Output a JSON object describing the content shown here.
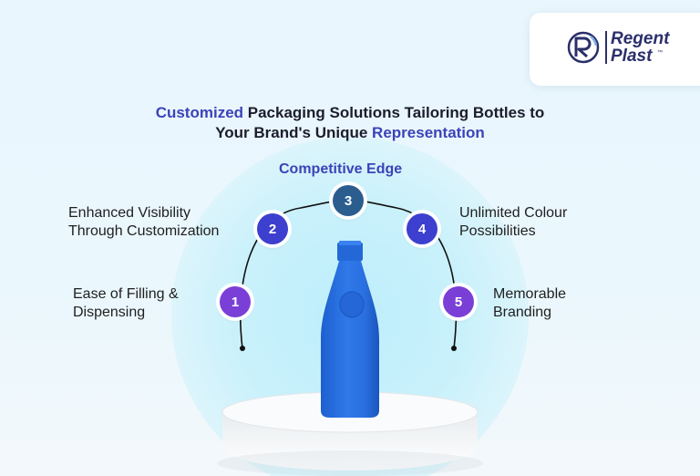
{
  "brand": {
    "name_line1": "Regent",
    "name_line2": "Plast",
    "trademark": "™",
    "color": "#2b2f6a"
  },
  "title": {
    "part1_highlight": "Customized",
    "part1_rest": " Packaging Solutions Tailoring Bottles to",
    "part2_rest": "Your Brand's Unique ",
    "part2_highlight": "Representation"
  },
  "steps": [
    {
      "number": "1",
      "line1": "Ease of Filling &",
      "line2": "Dispensing",
      "color": "#7a3fd6"
    },
    {
      "number": "2",
      "line1": "Enhanced Visibility",
      "line2": "Through Customization",
      "color": "#3d3fcf"
    },
    {
      "number": "3",
      "line1": "Competitive Edge",
      "line2": "",
      "color": "#2b5d8f"
    },
    {
      "number": "4",
      "line1": "Unlimited Colour",
      "line2": "Possibilities",
      "color": "#3d3fcf"
    },
    {
      "number": "5",
      "line1": "Memorable",
      "line2": "Branding",
      "color": "#7a3fd6"
    }
  ],
  "colors": {
    "accent": "#3b43b8",
    "bottle": "#2a6fe0",
    "arc": "#111111"
  },
  "icons": {
    "logo": "regent-plast-r-logo-icon",
    "bottle": "blue-bottle-icon",
    "podium": "white-podium-icon"
  }
}
